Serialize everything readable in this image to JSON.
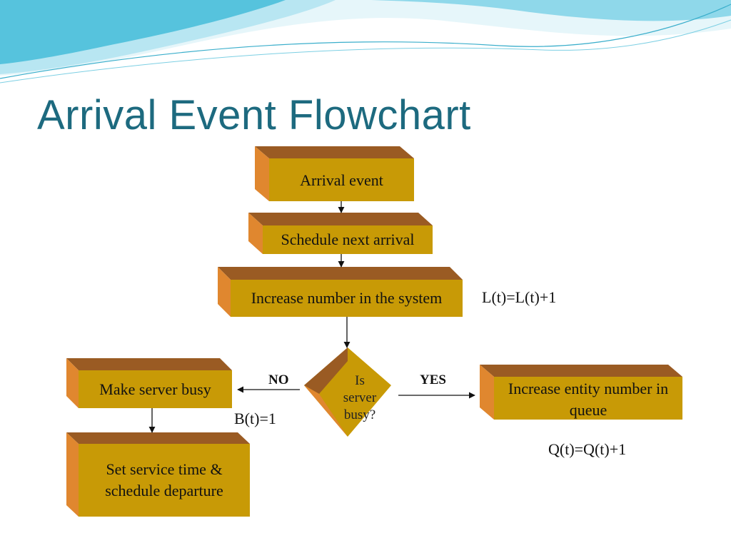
{
  "slide": {
    "title": "Arrival Event Flowchart"
  },
  "nodes": {
    "arrival_event": "Arrival event",
    "schedule_next_arrival": "Schedule next arrival",
    "increase_number": "Increase number in the system",
    "decision_line1": "Is",
    "decision_line2": "server",
    "decision_line3": "busy?",
    "make_server_busy": "Make server busy",
    "set_service_time": "Set service time & schedule departure",
    "increase_queue": "Increase entity number in queue"
  },
  "labels": {
    "no": "NO",
    "yes": "YES"
  },
  "formulas": {
    "system_count": "L(t)=L(t)+1",
    "server_busy": "B(t)=1",
    "queue_count": "Q(t)=Q(t)+1"
  },
  "colors": {
    "title": "#1d6a7f",
    "box_face": "#c89a06",
    "box_top": "#9a5b23",
    "box_side": "#e0872f",
    "wave_dark": "#4fc6e0",
    "wave_light": "#c9eef7"
  }
}
